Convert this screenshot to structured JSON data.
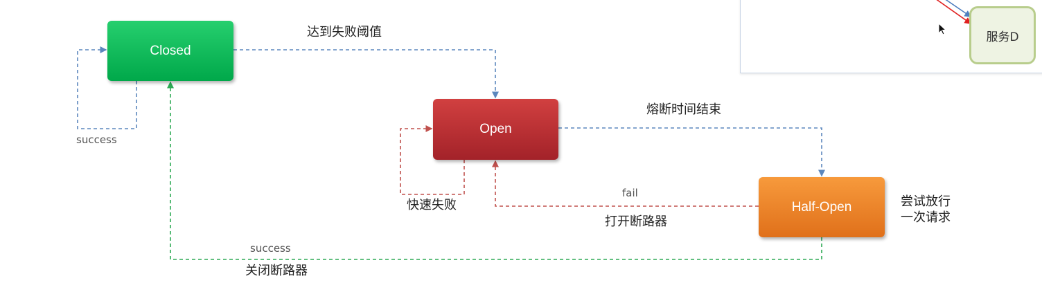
{
  "states": {
    "closed": "Closed",
    "open": "Open",
    "half_open": "Half-Open"
  },
  "transitions": {
    "closed_success_label": "success",
    "closed_to_open": "达到失败阈值",
    "open_fast_fail": "快速失败",
    "open_to_half": "熔断时间结束",
    "half_fail_label": "fail",
    "half_to_open": "打开断路器",
    "half_success_label": "success",
    "half_to_closed": "关闭断路器"
  },
  "half_open_note": [
    "尝试放行",
    "一次请求"
  ],
  "inset": {
    "service_label": "服务D"
  },
  "colors": {
    "closed": "#00b050",
    "open": "#c0282d",
    "half_open": "#ee8020",
    "blue_arrow": "#5b87bd",
    "red_arrow": "#c0504d",
    "green_arrow": "#2eaa55",
    "service_border": "#b8cd8c"
  }
}
